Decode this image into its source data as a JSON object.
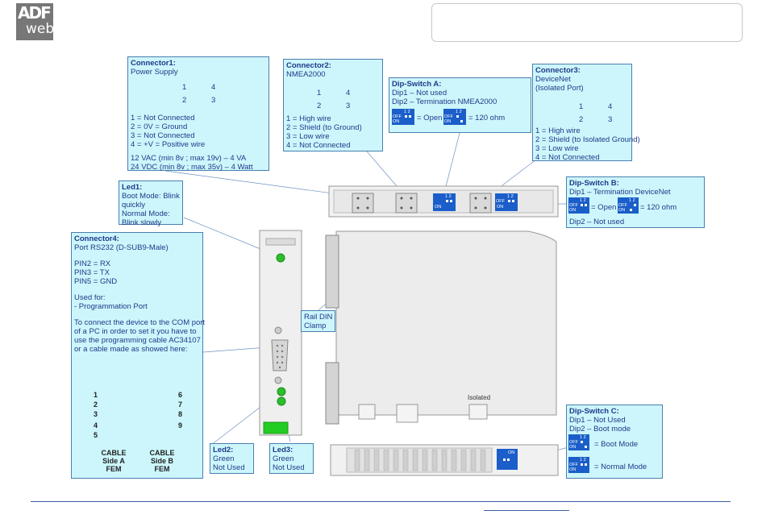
{
  "logo": {
    "line1": "ADF",
    "line2": "web"
  },
  "connector1": {
    "title": "Connector1:",
    "subtitle": "Power Supply",
    "pin_labels": [
      "1",
      "4",
      "2",
      "3"
    ],
    "lines": [
      "1 = Not Connected",
      "2 = 0V  = Ground",
      "3 = Not Connected",
      "4 = +V = Positive wire"
    ],
    "power": [
      "12 VAC (min 8v ; max 19v) – 4 VA",
      "24 VDC (min 8v ; max 35v) – 4 Watt"
    ]
  },
  "connector2": {
    "title": "Connector2:",
    "subtitle": "NMEA2000",
    "pin_labels": [
      "1",
      "4",
      "2",
      "3"
    ],
    "lines": [
      "1 = High wire",
      "2 = Shield (to Ground)",
      "3 = Low wire",
      "4 = Not Connected"
    ]
  },
  "dipA": {
    "title": "Dip-Switch A:",
    "lines": [
      "Dip1 – Not used",
      "Dip2 – Termination NMEA2000"
    ],
    "open_label": "= Open",
    "ohm_label": "= 120 ohm"
  },
  "connector3": {
    "title": "Connector3:",
    "subtitle": "DeviceNet",
    "subtitle2": "(Isolated Port)",
    "pin_labels": [
      "1",
      "4",
      "2",
      "3"
    ],
    "lines": [
      "1 = High wire",
      "2 = Shield (to Isolated Ground)",
      "3 = Low wire",
      "4 = Not Connected"
    ]
  },
  "dipB": {
    "title": "Dip-Switch B:",
    "line1": "Dip1 – Termination DeviceNet",
    "open_label": "= Open",
    "ohm_label": "= 120 ohm",
    "line2": "Dip2 – Not used"
  },
  "led1": {
    "title": "Led1:",
    "lines": [
      "Boot Mode: Blink",
      "quickly",
      "Normal Mode:",
      "Blink slowly"
    ]
  },
  "connector4": {
    "title": "Connector4:",
    "subtitle": "Port RS232 (D-SUB9-Male)",
    "pins": [
      "PIN2 = RX",
      "PIN3 = TX",
      "PIN5 = GND"
    ],
    "used_for": "Used for:",
    "use_item": "- Programmation Port",
    "instructions": [
      "To connect the device to the COM port",
      "of a PC in order to set it you have to",
      "use the programming cable AC34107",
      "or a cable made as showed here:"
    ],
    "cable_a": [
      "CABLE",
      "Side A",
      "FEM"
    ],
    "cable_b": [
      "CABLE",
      "Side B",
      "FEM"
    ],
    "pins_a_top": [
      "1",
      "2",
      "3"
    ],
    "pins_a_bottom": [
      "4",
      "5"
    ],
    "pins_b": [
      "6",
      "7",
      "8",
      "9"
    ]
  },
  "rail": {
    "lines": [
      "Rail DIN",
      "Clamp"
    ]
  },
  "led2": {
    "title": "Led2:",
    "lines": [
      "Green",
      "Not Used"
    ]
  },
  "led3": {
    "title": "Led3:",
    "lines": [
      "Green",
      "Not Used"
    ]
  },
  "dipC": {
    "title": "Dip-Switch C:",
    "lines": [
      "Dip1 – Not Used",
      "Dip2 – Boot mode"
    ],
    "boot_label": "= Boot Mode",
    "normal_label": "= Normal Mode"
  },
  "device": {
    "isolated_label": "Isolated"
  },
  "dip_text": {
    "off": "OFF",
    "on": "ON",
    "nums": "1 2"
  },
  "colors": {
    "box_bg": "#ccf6fb",
    "box_border": "#4a7fb0",
    "text": "#1f3a8a",
    "dip_blue": "#1b5ec9",
    "led_green": "#2bbf2b"
  }
}
